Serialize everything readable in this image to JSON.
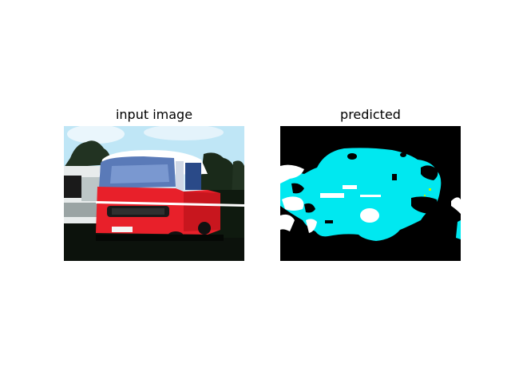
{
  "figure": {
    "panels": [
      {
        "title": "input image",
        "depicts": "red minibus photo"
      },
      {
        "title": "predicted",
        "depicts": "segmentation mask (cyan vehicle, white regions, black background)"
      }
    ]
  },
  "colors": {
    "background": "#ffffff",
    "mask_background": "#000000",
    "mask_vehicle": "#00e8f0",
    "mask_other": "#ffffff",
    "bus_red": "#e8202a",
    "sky": "#cfe9f6"
  }
}
